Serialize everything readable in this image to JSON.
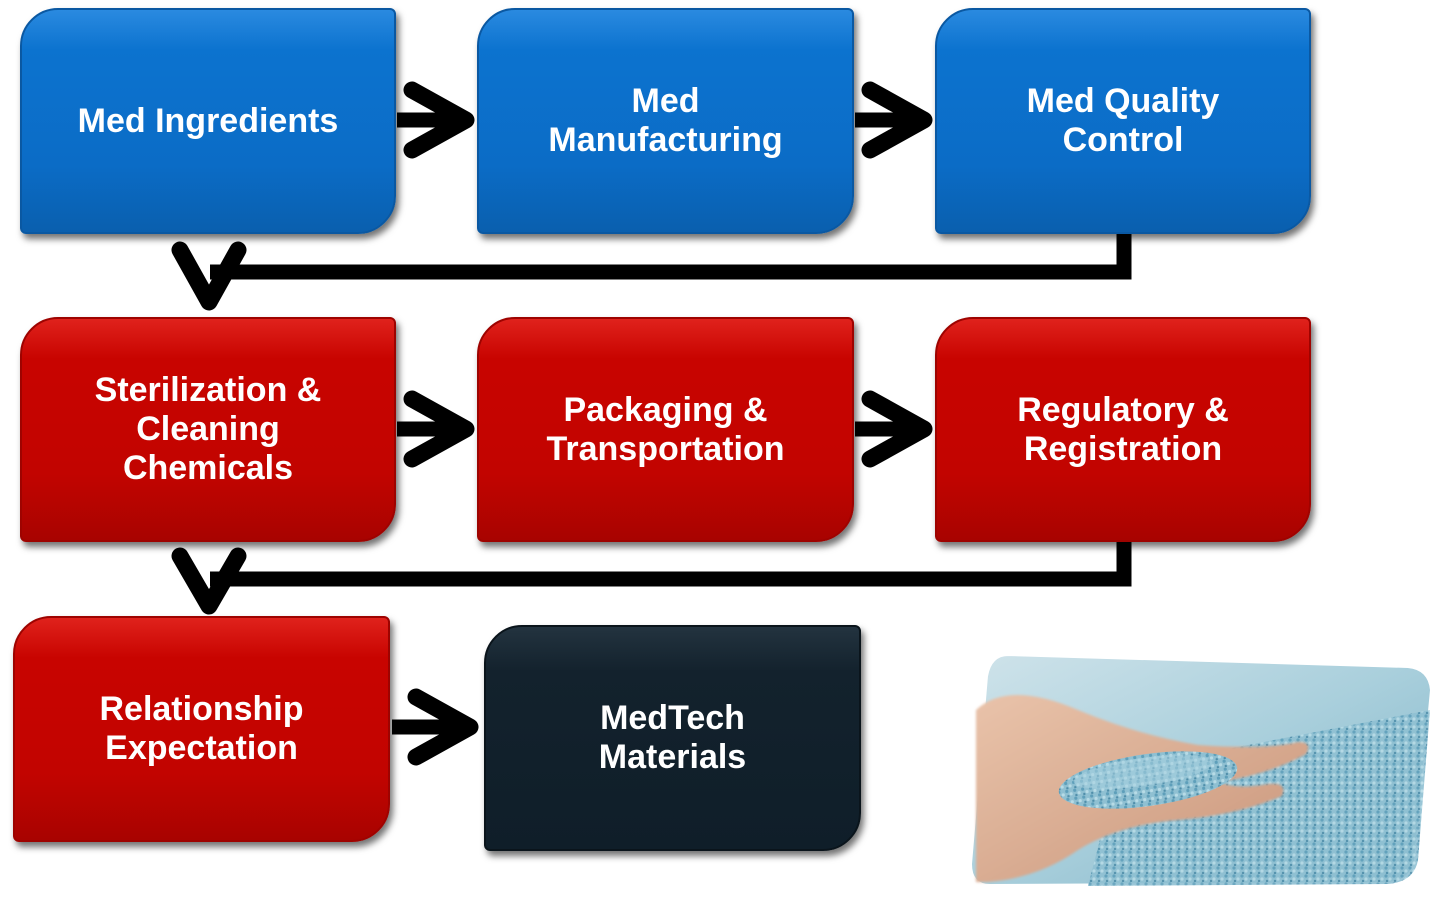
{
  "diagram": {
    "row1": [
      {
        "id": "med-ingredients",
        "label": "Med Ingredients",
        "color": "#0b6cc6"
      },
      {
        "id": "med-manufacturing",
        "label": "Med\nManufacturing",
        "color": "#0b6cc6"
      },
      {
        "id": "med-quality-control",
        "label": "Med Quality\nControl",
        "color": "#0b6cc6"
      }
    ],
    "row2": [
      {
        "id": "sterilization",
        "label": "Sterilization &\nCleaning\nChemicals",
        "color": "#c20400"
      },
      {
        "id": "packaging",
        "label": "Packaging &\nTransportation",
        "color": "#c20400"
      },
      {
        "id": "regulatory",
        "label": "Regulatory &\nRegistration",
        "color": "#c20400"
      }
    ],
    "row3": [
      {
        "id": "relationship",
        "label": "Relationship\nExpectation",
        "color": "#c20400"
      },
      {
        "id": "medtech",
        "label": "MedTech\nMaterials",
        "color": "#0f1e29"
      }
    ]
  },
  "photo": {
    "subject": "hand holding blue plastic pellets"
  },
  "colors": {
    "blue": "#0b6cc6",
    "red": "#c20400",
    "dark": "#0f1e29",
    "arrow": "#000000"
  }
}
